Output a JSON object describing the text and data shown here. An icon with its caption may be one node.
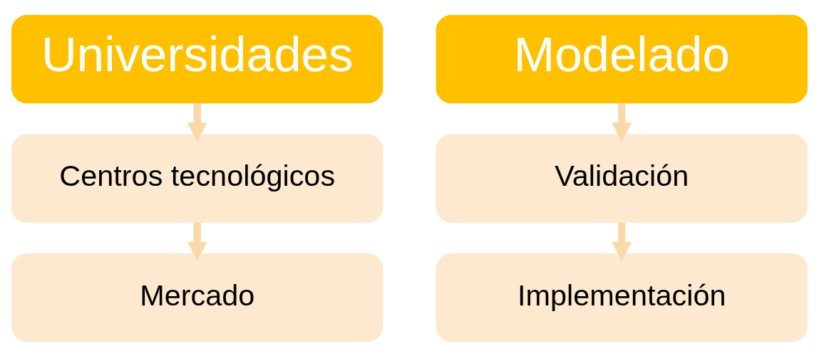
{
  "diagram": {
    "nodes": [
      {
        "text": [
          "Universidades"
        ]
      },
      {
        "text": [
          "Centros tecnológicos"
        ]
      },
      {
        "text": [
          "Mercado"
        ]
      },
      {
        "text": [
          "Modelado"
        ]
      },
      {
        "text": [
          "Validación"
        ]
      },
      {
        "text": [
          "Implementación"
        ]
      }
    ],
    "edges": [
      {
        "from": 0,
        "to": 1,
        "arrow": "to"
      },
      {
        "from": 1,
        "to": 2,
        "arrow": "to"
      },
      {
        "from": 3,
        "to": 4,
        "arrow": "to"
      },
      {
        "from": 4,
        "to": 5,
        "arrow": "to"
      }
    ]
  }
}
